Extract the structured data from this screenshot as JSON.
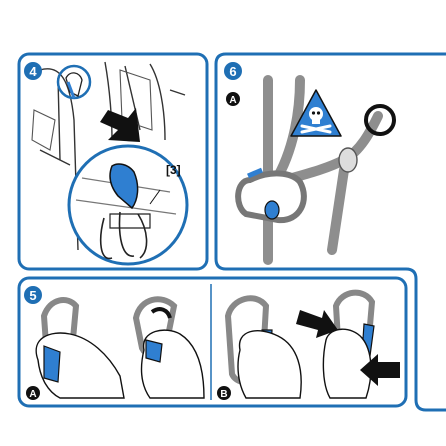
{
  "panels": [
    {
      "number": "4",
      "callout": "[3]"
    },
    {
      "number": "6",
      "sub_label": "A",
      "warning_icon": "skull-crossbones-icon"
    },
    {
      "number": "5",
      "sub_labels": [
        "A",
        "B"
      ]
    }
  ],
  "colors": {
    "frame_blue": "#1f6fb4",
    "accent_blue": "#2f7fd1",
    "rope_gray": "#8e8e8e",
    "ink": "#111111"
  }
}
